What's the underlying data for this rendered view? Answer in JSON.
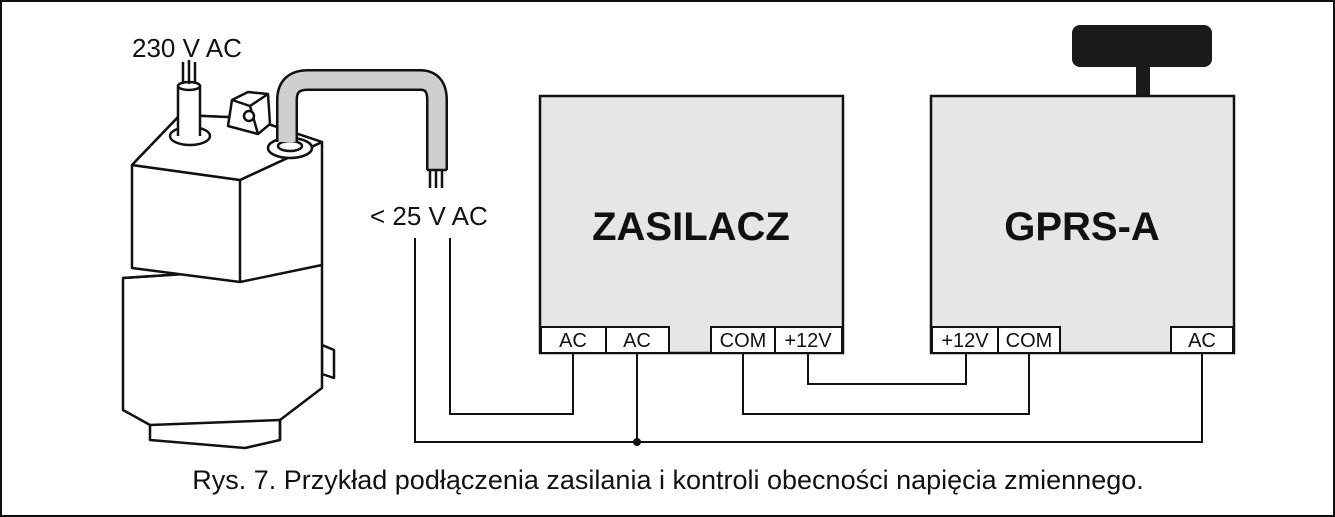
{
  "transformer": {
    "input_label": "230 V AC",
    "output_label": "< 25 V AC"
  },
  "power_supply": {
    "name": "ZASILACZ",
    "terminals": [
      "AC",
      "AC",
      "COM",
      "+12V"
    ]
  },
  "module": {
    "name": "GPRS-A",
    "terminals": [
      "+12V",
      "COM",
      "AC"
    ]
  },
  "caption": "Rys. 7. Przykład podłączenia zasilania i kontroli obecności napięcia zmiennego.",
  "colors": {
    "stroke": "#111111",
    "fill": "#ffffff",
    "antenna": "#1a1a1a"
  }
}
